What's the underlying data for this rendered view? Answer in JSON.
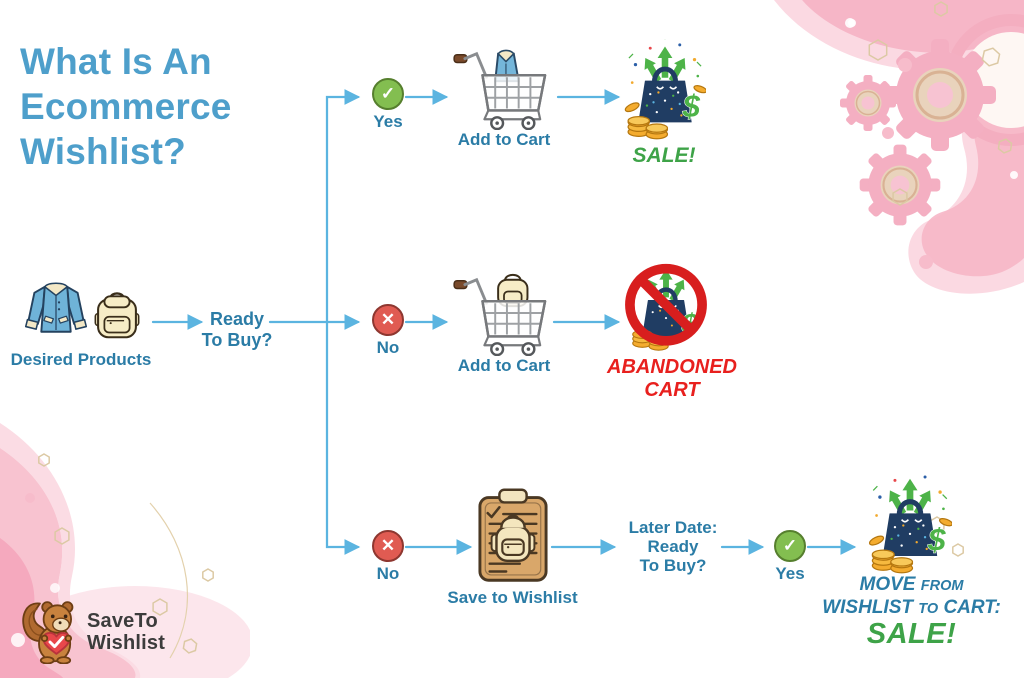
{
  "title": "What Is An Ecommerce Wishlist?",
  "flow": {
    "start": {
      "label": "Desired Products"
    },
    "decision1": {
      "line1": "Ready",
      "line2": "To Buy?"
    },
    "top_branch": {
      "answer": "Yes",
      "step": "Add to Cart",
      "outcome": "SALE!"
    },
    "middle_branch": {
      "answer": "No",
      "step": "Add to Cart",
      "outcome_line1": "ABANDONED",
      "outcome_line2": "CART"
    },
    "bottom_branch": {
      "answer1": "No",
      "step": "Save to Wishlist",
      "decision2": {
        "line1": "Later Date:",
        "line2": "Ready",
        "line3": "To Buy?"
      },
      "answer2": "Yes",
      "outcome_line1_big": "MOVE",
      "outcome_line1_small": "FROM",
      "outcome_line2_big1": "WISHLIST",
      "outcome_line2_small": "TO",
      "outcome_line2_big2": "CART:",
      "outcome_sale": "SALE!"
    }
  },
  "logo": {
    "name_line1": "SaveTo",
    "name_line2": "Wishlist"
  },
  "icons": {
    "check": "✓",
    "cross": "✕",
    "dollar": "$"
  },
  "colors": {
    "title_blue": "#4E9FCB",
    "label_blue": "#2B7CA6",
    "arrow_blue": "#5BB4E0",
    "sale_green": "#3EA348",
    "alert_red": "#E8201E",
    "deco_pink": "#F6B6C7"
  }
}
